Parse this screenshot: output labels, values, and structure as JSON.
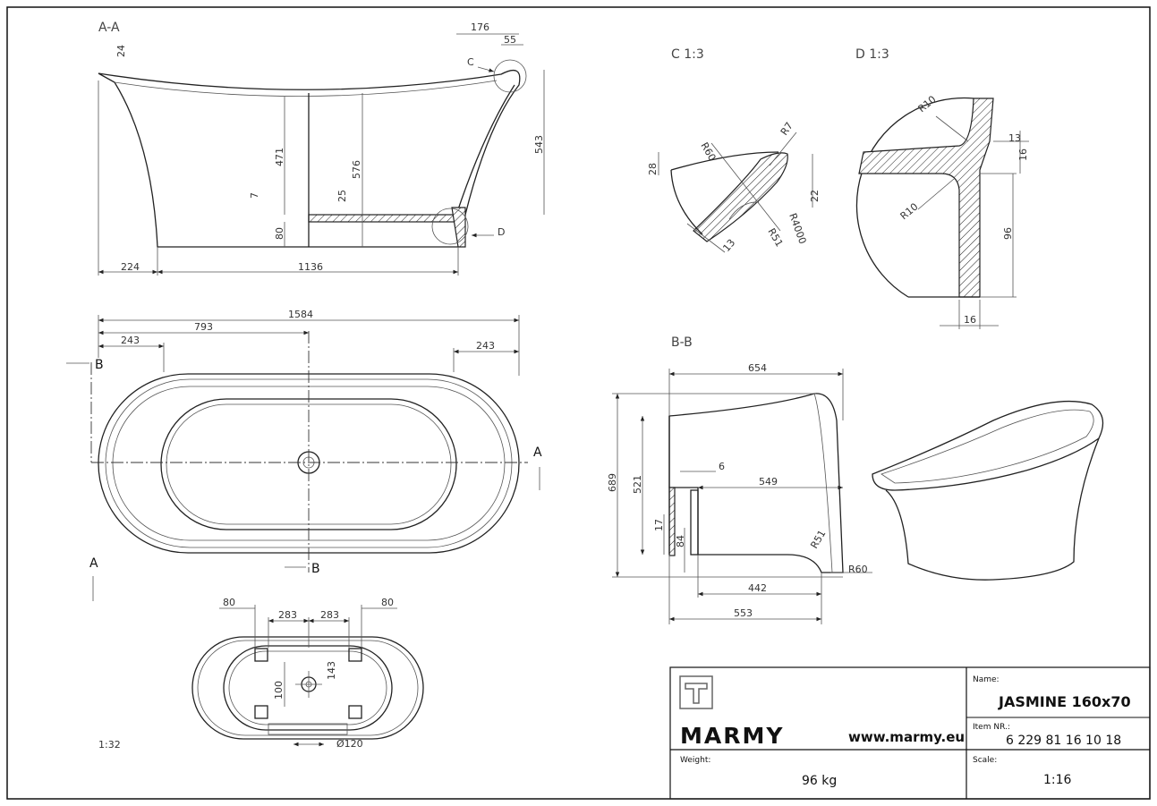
{
  "views": {
    "aa": "A-A",
    "cc": "C 1:3",
    "dd": "D 1:3",
    "bb": "B-B",
    "scale_note": "1:32"
  },
  "section_markers": {
    "c": "C",
    "d": "D",
    "a_top": "A",
    "a_bottom": "A",
    "b_top": "B",
    "b_bottom": "B"
  },
  "dims": {
    "aa": {
      "rim": "24",
      "top_176": "176",
      "top_55": "55",
      "h471": "471",
      "h576": "576",
      "h543": "543",
      "h7": "7",
      "h25": "25",
      "h80": "80",
      "w224": "224",
      "w1136": "1136"
    },
    "plan": {
      "overall": "1584",
      "center": "793",
      "left243": "243",
      "right243": "243"
    },
    "bottom": {
      "f80a": "80",
      "f283a": "283",
      "f283b": "283",
      "f80b": "80",
      "h143": "143",
      "h100": "100",
      "drain": "Ø120"
    },
    "c": {
      "r60": "R60",
      "r7": "R7",
      "h28": "28",
      "h22": "22",
      "r4000": "R4000",
      "r51": "R51",
      "t13": "13"
    },
    "d": {
      "r10a": "R10",
      "r10b": "R10",
      "t13": "13",
      "t16v": "16",
      "h96": "96",
      "t16h": "16"
    },
    "bb": {
      "w654": "654",
      "h689": "689",
      "h521": "521",
      "t6": "6",
      "w549": "549",
      "h17": "17",
      "h84": "84",
      "r51": "R51",
      "r60": "R60",
      "w442": "442",
      "w553": "553"
    }
  },
  "title_block": {
    "brand": "MARMY",
    "website": "www.marmy.eu",
    "name_label": "Name:",
    "name": "JASMINE 160x70",
    "item_label": "Item NR.:",
    "item": "6 229 81 16 10 18",
    "weight_label": "Weight:",
    "weight": "96 kg",
    "scale_label": "Scale:",
    "scale": "1:16"
  }
}
